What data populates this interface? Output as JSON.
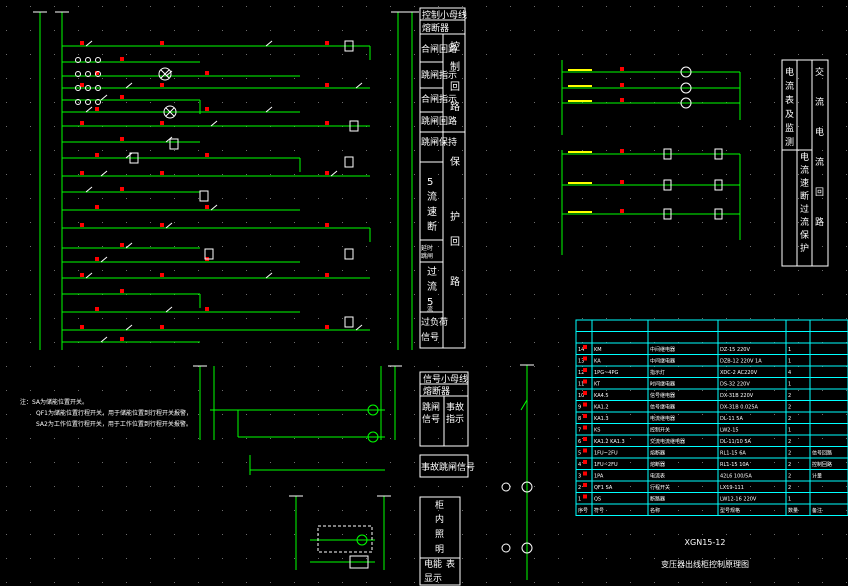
{
  "colors": {
    "background": "#000000",
    "wire": "#00ff00",
    "terminal": "#ff0000",
    "text": "#ffffff",
    "table_grid": "#00ffff",
    "grid_dot": "#6d6d6d",
    "accent": "#ffff00"
  },
  "main_panel": {
    "rows": [
      "控制小母线",
      "熔断器",
      "合闸回路",
      "跳闸指示",
      "合闸指示",
      "跳闸回路",
      "跳闸保持",
      "5",
      "流",
      "速",
      "断",
      "延时",
      "跳闸",
      "过",
      "流",
      "5",
      "流",
      "过负荷",
      "信号"
    ],
    "right_col": [
      "控",
      "制",
      "回",
      "路",
      "保",
      "护",
      "回",
      "路"
    ]
  },
  "signal_panel": {
    "rows": [
      "信号小母线",
      "熔断器",
      "跳闸",
      "信号",
      "事故",
      "指示"
    ],
    "extra": "事故跳闸信号"
  },
  "lower_panel": {
    "rows": [
      "柜",
      "内",
      "照",
      "明",
      "电能",
      "表",
      "显示"
    ]
  },
  "ac_panel": {
    "col1": [
      "电",
      "流",
      "表",
      "及",
      "监",
      "测"
    ],
    "col2": [
      "电",
      "流",
      "速",
      "断",
      "过",
      "流",
      "保",
      "护"
    ],
    "col3": [
      "交",
      "流",
      "电",
      "流",
      "回",
      "路"
    ]
  },
  "notes": [
    "注：SA为储能位置开关。",
    "QF1为储能位置行程开关，用于储能位置到行程开关报警，",
    "SA2为工作位置行程开关，用于工作位置到行程开关报警。"
  ],
  "title_block": {
    "title": "变压器出线柜控制原理图",
    "drawing_no": "XGN15-12",
    "headers": [
      "序号",
      "符号",
      "名称",
      "型号规格",
      "数量",
      "备注"
    ],
    "rows": [
      [
        "14",
        "KM",
        "中间继电器",
        "DZ-15 220V",
        "1",
        ""
      ],
      [
        "13",
        "KA",
        "中间继电器",
        "DZB-12 220V 1A",
        "1",
        ""
      ],
      [
        "12",
        "1PG~4PG",
        "指示灯",
        "XDC-2 AC220V",
        "4",
        ""
      ],
      [
        "11",
        "KT",
        "时间继电器",
        "DS-32 220V",
        "1",
        ""
      ],
      [
        "10",
        "KA4.5",
        "信号继电器",
        "DX-31B 220V",
        "2",
        ""
      ],
      [
        "9",
        "KA1.2",
        "信号继电器",
        "DX-31B 0.025A",
        "2",
        ""
      ],
      [
        "8",
        "KA1.3",
        "电流继电器",
        "DL-11 5A",
        "2",
        ""
      ],
      [
        "7",
        "KS",
        "控制开关",
        "LW2-15",
        "1",
        ""
      ],
      [
        "6",
        "KA1.2 KA1.3",
        "交流电流继电器",
        "DL-11/10 5A",
        "2",
        ""
      ],
      [
        "5",
        "1FU~2FU",
        "熔断器",
        "RL1-15 6A",
        "2",
        "信号回路"
      ],
      [
        "4",
        "1FU~2FU",
        "熔断器",
        "RL1-15 10A",
        "2",
        "控制回路"
      ],
      [
        "3",
        "1PA",
        "电流表",
        "42L6 100/5A",
        "2",
        "计量"
      ],
      [
        "2",
        "QF1 SA",
        "行程开关",
        "LX19-111",
        "2",
        ""
      ],
      [
        "1",
        "QS",
        "断路器",
        "LW12-16 220V",
        "1",
        ""
      ]
    ]
  }
}
